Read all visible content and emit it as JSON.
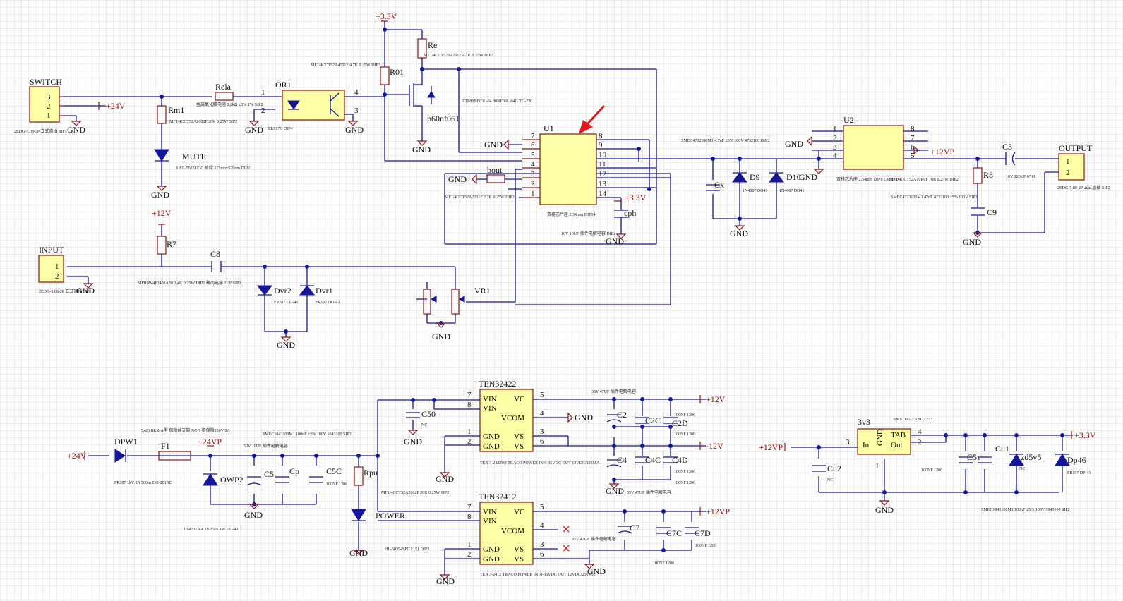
{
  "schematic": {
    "connectors": [
      {
        "ref": "SWITCH",
        "pins": [
          "3",
          "2",
          "1"
        ],
        "value": "2EDG-5.08-3P 立式直插 SIP3"
      },
      {
        "ref": "INPUT",
        "pins": [
          "1",
          "2"
        ],
        "value": "2EDG-5.08-2P 立式直插 SIP2"
      },
      {
        "ref": "OUTPUT",
        "pins": [
          "1",
          "2"
        ],
        "value": "2EDG-5.08-2P 立式直插 SIP2"
      }
    ],
    "chips": {
      "u1": {
        "ref": "U1",
        "value": "双排芯片座 2.54mm DIP14",
        "left_pins": [
          "7",
          "6",
          "5",
          "4",
          "3",
          "2",
          "1"
        ],
        "right_pins": [
          "8",
          "9",
          "10",
          "11",
          "12",
          "13",
          "14"
        ]
      },
      "u2": {
        "ref": "U2",
        "value": "双排芯片座 2.54mm DIP8 LM386N",
        "left_pins": [
          "1",
          "2",
          "3",
          "4"
        ],
        "right_pins": [
          "8",
          "7",
          "6",
          "5"
        ]
      },
      "or1": {
        "ref": "OR1",
        "value": "EL817C DIP4",
        "pins": [
          "1",
          "2",
          "4",
          "3"
        ]
      },
      "ten1": {
        "ref": "TEN32422",
        "value": "TEN 3-2422WI TRACO POWER IN 9-36VDC OUT 12VDC/125MA",
        "pins_in": [
          "VIN",
          "VIN",
          "GND",
          "GND"
        ],
        "pins_out": [
          "VC",
          "VCOM",
          "VS",
          "VS"
        ],
        "pin_nums_left": [
          "7",
          "8",
          "1",
          "2"
        ],
        "pin_nums_right": [
          "5",
          "4",
          "3",
          "6"
        ]
      },
      "ten2": {
        "ref": "TEN32412",
        "value": "TEN 3-2412 TRACO POWER IN18-36VDC OUT 12VDC/250MA",
        "pins_in": [
          "VIN",
          "VIN",
          "GND",
          "GND"
        ],
        "pins_out": [
          "VC",
          "VCOM",
          "VS",
          "VS"
        ],
        "pin_nums_left": [
          "7",
          "8",
          "1",
          "2"
        ],
        "pin_nums_right": [
          "5",
          "4",
          "3",
          "6"
        ]
      },
      "reg": {
        "ref": "3v3",
        "value": "AMS1117-3.0 SOT223",
        "pin_in": "In",
        "pin_out": "Out",
        "pin_tab": "TAB",
        "pin_gnd": "GND",
        "pin_nums": [
          "3",
          "4",
          "2",
          "1"
        ]
      }
    },
    "references": {
      "rela": "Rela",
      "rm1": "Rm1",
      "mute": "MUTE",
      "re": "Re",
      "r01": "R01",
      "p60": "p60nf061",
      "bout": "bout",
      "cph": "cph",
      "cx": "Cx",
      "d9": "D9",
      "d10": "D10",
      "r8": "R8",
      "c9": "C9",
      "c3": "C3",
      "r7": "R7",
      "c8": "C8",
      "dvr2": "Dvr2",
      "dvr1": "Dvr1",
      "vr1": "VR1",
      "dpw1": "DPW1",
      "f1": "F1",
      "owp2": "OWP2",
      "c5": "C5",
      "cp": "Cp",
      "c5c": "C5C",
      "rpu": "Rpu",
      "power": "POWER",
      "c50": "C50",
      "c2": "C2",
      "c2c": "C2C",
      "c2d": "C2D",
      "c4": "C4",
      "c4c": "C4C",
      "c4d": "C4D",
      "c7": "C7",
      "c7c": "C7C",
      "c7d": "C7D",
      "cu2": "Cu2",
      "c5v": "C5v",
      "cu1": "Cu1",
      "zd5v5": "zd5v5",
      "dp46": "Dp46"
    },
    "values": {
      "rela": "金属氧化膜电阻 2.2kΩ ±5% 1W SIP2",
      "rm1": "MF1/4CCT52A2002F 20K 0.25W SIP2",
      "mute": "LXL-5025UGC 草绿 515nm~520nm DIP2",
      "re": "MF1/4CCT52A4701F 4.7K 0.25W DIP2",
      "r01": "MF1/4CCT52A4701F 4.7K 0.25W DIP2",
      "p60": "STP80NF03L-04 80NF03L-04G TO-220",
      "cx": "SMEC4732100M1 4.7nF ±5% 100V 4732100 DIP2",
      "bout": "MF1/4CCT52A2201F 2.2K 0.25W DIP2",
      "cph": "16V 10UF 插件电解电容 DIP2",
      "d9": "1N4007 DO41",
      "d10": "1N4007 DO41",
      "r8": "MF1/4CCT52A10R0F 10R 0.25W DIP2",
      "c9": "SMEC4733100M1 47nF 4733100 ±5% 100V SIP2",
      "c3": "16V 220UF 6*11",
      "r7": "MFR0W4F2401A50 2.4K 0.25W DIP2",
      "c8": "聚丙电容 1UF SIP2",
      "dvr": "FR107 DO-41",
      "f1": "5x20 BLX-A型 保险丝支架 XC-7 带保险250V/2A",
      "dpw1": "FR307 1kV 3A 500ns DO-201AD",
      "owp2": "1N4731A 4.3V ±5% 1W DO-41",
      "c5": "50V 10UF 插件电解电容",
      "c5c_top": "SMEC1043100M1 100nF ±5% 100V 1043100 SIP2",
      "c5c": "100NF 1206",
      "rpu": "MF1/4CCT52A2002F 20K 0.25W SIP2",
      "power": "HL-50354SFC 红灯 DIP2",
      "c50": "NC",
      "c2_top": "35V 47UF 插件电解电容",
      "c2d": "100NF 1206",
      "c4_bot": "35V 47UF 插件电解电容",
      "c7": "35V 47UF 插件电解电容",
      "c7c": "100NF 1206",
      "cu2": "NC",
      "c5v": "100NF 1206",
      "cu1": "NC",
      "dp46": "FR107 DP-41",
      "reg_bottom": "SMEC1043100M1 100nF ±5% 100V 1043100 SIP2"
    },
    "nets": {
      "p24v": "+24V",
      "p33v": "+3.3V",
      "p12v": "+12V",
      "m12v": "-12V",
      "p12vp": "+12VP",
      "p24vp": "+24VP",
      "gnd": "GND"
    }
  }
}
